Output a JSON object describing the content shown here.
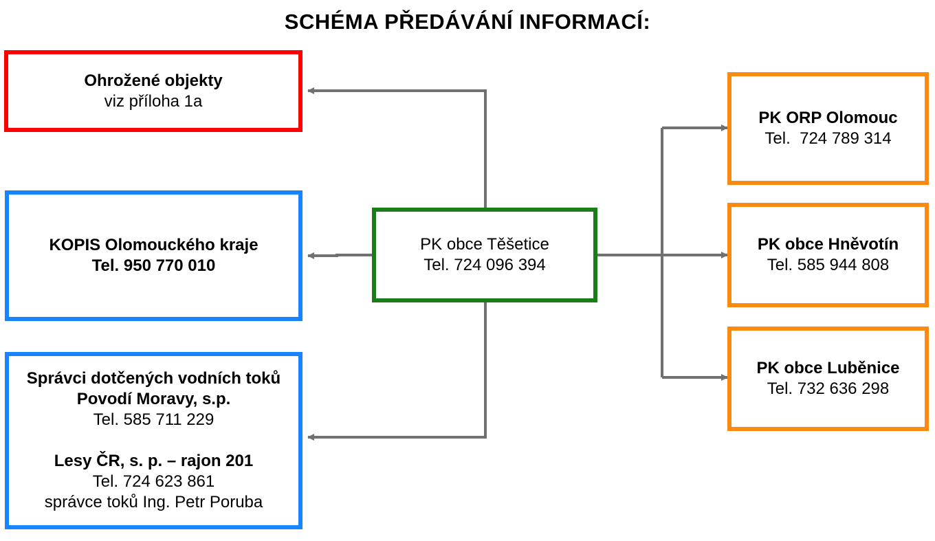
{
  "title": "SCHÉMA PŘEDÁVÁNÍ INFORMACÍ:",
  "center": {
    "name": "PK obce Těšetice",
    "phone": "Tel. 724 096 394"
  },
  "left": {
    "threatened": {
      "name": "Ohrožené objekty",
      "note": "viz příloha 1a"
    },
    "kopis": {
      "name": "KOPIS Olomouckého kraje",
      "phone": "Tel. 950 770 010"
    },
    "water": {
      "line1": "Správci dotčených vodních toků",
      "line2": "Povodí Moravy, s.p.",
      "phone1": "Tel. 585 711 229",
      "line3": "Lesy ČR, s. p. – rajon 201",
      "phone2": "Tel. 724 623 861",
      "line4": "správce toků Ing. Petr Poruba"
    }
  },
  "right": {
    "orp": {
      "name": "PK ORP Olomouc",
      "phone": "Tel.  724 789 314"
    },
    "hnevotin": {
      "name": "PK obce Hněvotín",
      "phone": "Tel. 585 944 808"
    },
    "lubenice": {
      "name": "PK obce Luběnice",
      "phone": "Tel. 732 636 298"
    }
  },
  "colors": {
    "red": "#ff0000",
    "blue": "#1685ff",
    "green": "#1a7d1a",
    "orange": "#fb8a12",
    "connector": "#707070"
  }
}
